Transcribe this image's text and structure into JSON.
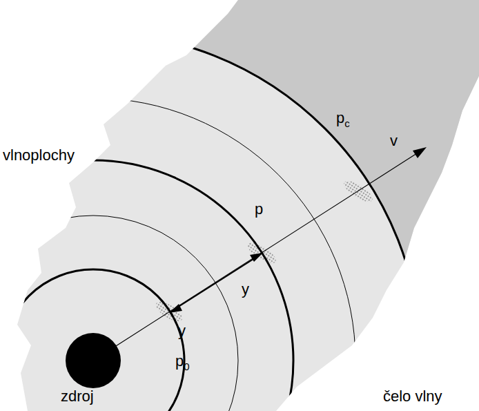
{
  "diagram": {
    "labels": [
      "vlnoplochy",
      "pc",
      "v",
      "p",
      "y",
      "y",
      "p0",
      "zdroj",
      "čelo vlny"
    ]
  }
}
